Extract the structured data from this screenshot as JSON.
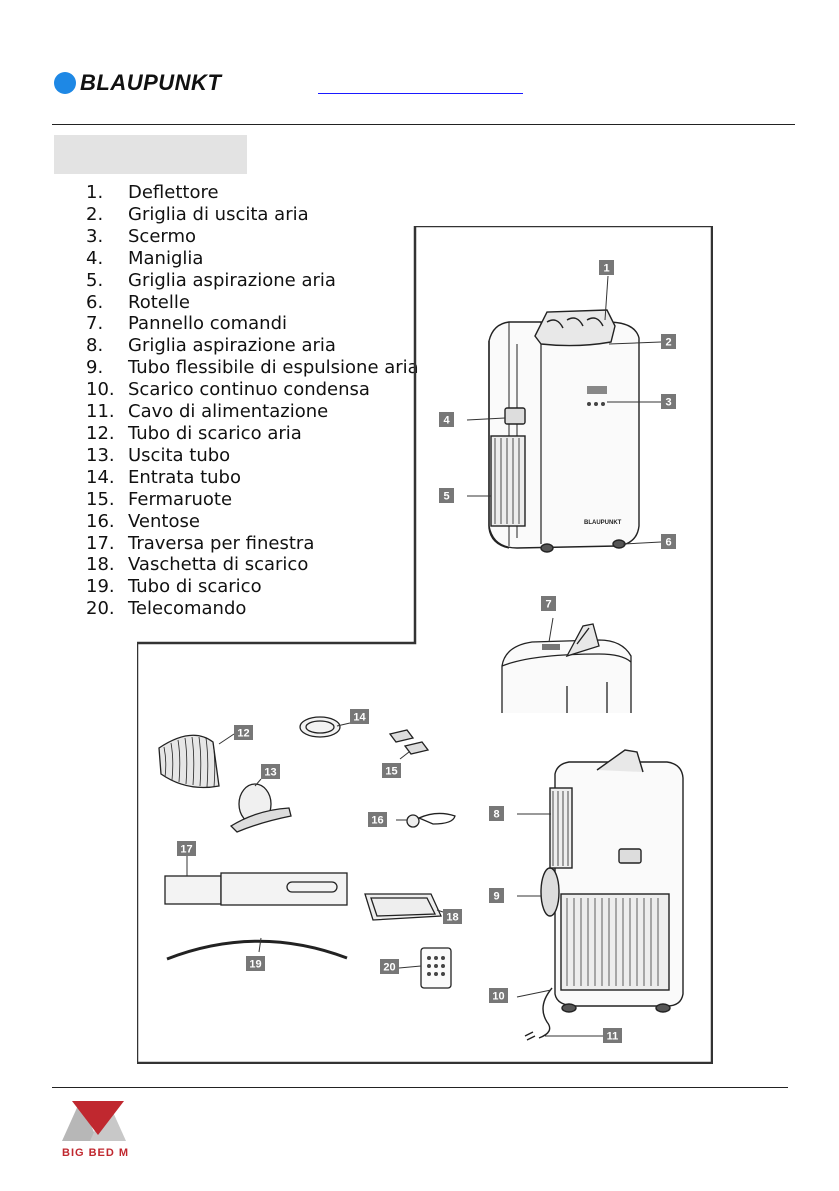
{
  "header": {
    "brand": "BLAUPUNKT",
    "brand_color": "#1e88e5",
    "link_color": "#1a1aff"
  },
  "section": {
    "heading_box_color": "#e3e3e3"
  },
  "parts": [
    {
      "num": "1.",
      "label": "Deflettore"
    },
    {
      "num": "2.",
      "label": "Griglia di uscita aria"
    },
    {
      "num": "3.",
      "label": "Scermo"
    },
    {
      "num": "4.",
      "label": "Maniglia"
    },
    {
      "num": "5.",
      "label": "Griglia aspirazione aria"
    },
    {
      "num": "6.",
      "label": "Rotelle"
    },
    {
      "num": "7.",
      "label": "Pannello comandi"
    },
    {
      "num": "8.",
      "label": "Griglia aspirazione aria"
    },
    {
      "num": "9.",
      "label": "Tubo flessibile di espulsione aria"
    },
    {
      "num": "10.",
      "label": "Scarico continuo condensa"
    },
    {
      "num": "11.",
      "label": "Cavo di alimentazione"
    },
    {
      "num": "12.",
      "label": "Tubo di scarico aria"
    },
    {
      "num": "13.",
      "label": "Uscita tubo"
    },
    {
      "num": "14.",
      "label": "Entrata tubo"
    },
    {
      "num": "15.",
      "label": "Fermaruote"
    },
    {
      "num": "16.",
      "label": "Ventose"
    },
    {
      "num": "17.",
      "label": "Traversa per finestra"
    },
    {
      "num": "18.",
      "label": "Vaschetta di scarico"
    },
    {
      "num": "19.",
      "label": "Tubo di scarico"
    },
    {
      "num": "20.",
      "label": "Telecomando"
    }
  ],
  "diagram_tags": [
    "1",
    "2",
    "3",
    "4",
    "5",
    "6",
    "7",
    "8",
    "9",
    "10",
    "11",
    "12",
    "13",
    "14",
    "15",
    "16",
    "17",
    "18",
    "19",
    "20"
  ],
  "unit_brand": "BLAUPUNKT",
  "footer": {
    "logo_text": "BIG BED M",
    "logo_color": "#c0282f"
  }
}
